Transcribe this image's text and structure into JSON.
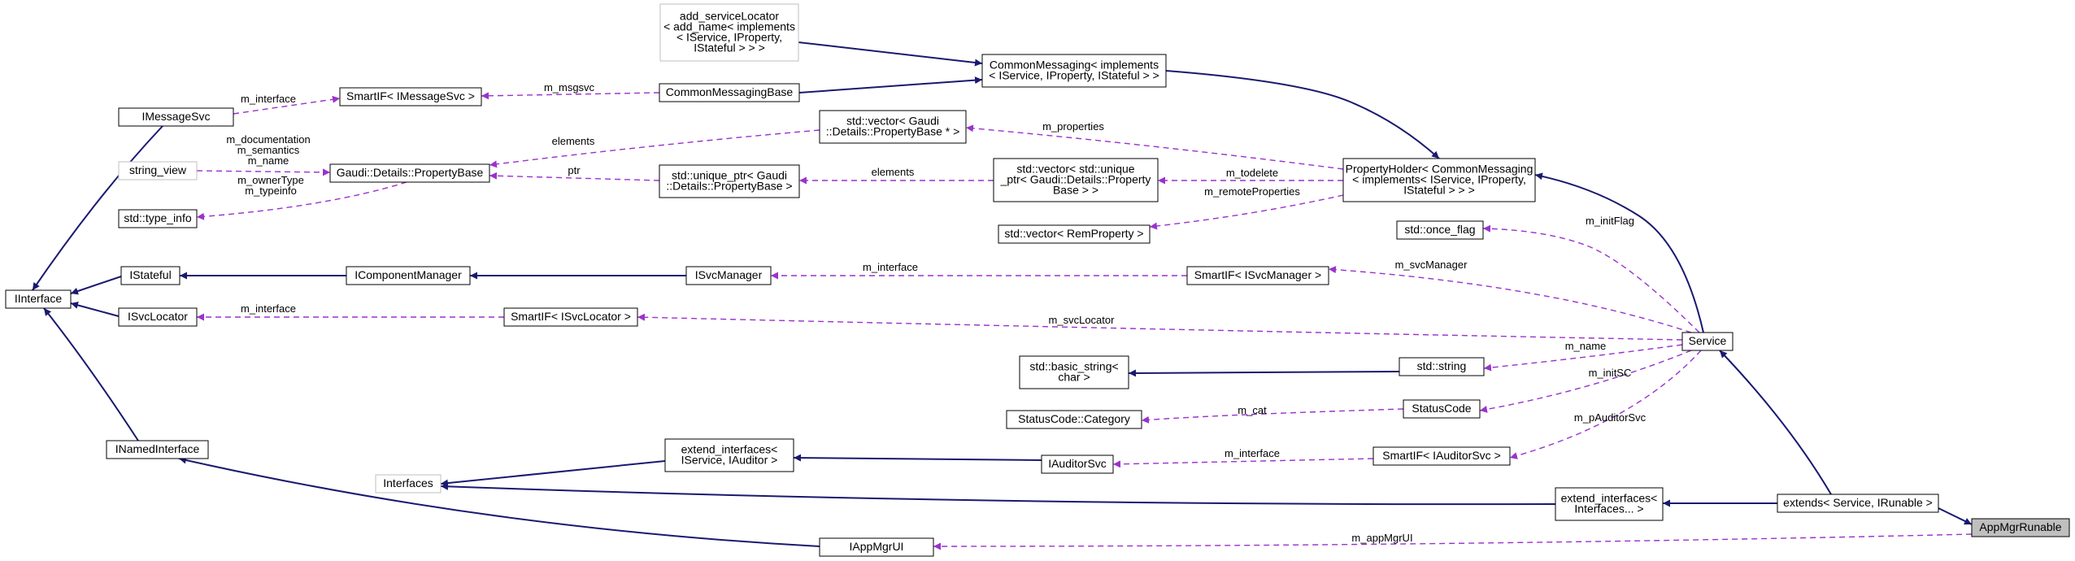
{
  "diagram": {
    "nodes": [
      {
        "id": "add_serviceLocator",
        "lines": [
          "add_serviceLocator",
          "< add_name< implements",
          "< IService, IProperty,",
          "IStateful > > >"
        ],
        "style": "external"
      },
      {
        "id": "CommonMessaging",
        "lines": [
          "CommonMessaging< implements",
          "< IService, IProperty, IStateful > >"
        ],
        "style": "normal"
      },
      {
        "id": "CommonMessagingBase",
        "lines": [
          "CommonMessagingBase"
        ],
        "style": "normal"
      },
      {
        "id": "SmartIF_IMessageSvc",
        "lines": [
          "SmartIF< IMessageSvc >"
        ],
        "style": "normal"
      },
      {
        "id": "IMessageSvc",
        "lines": [
          "IMessageSvc"
        ],
        "style": "normal"
      },
      {
        "id": "string_view",
        "lines": [
          "string_view"
        ],
        "style": "external"
      },
      {
        "id": "type_info",
        "lines": [
          "std::type_info"
        ],
        "style": "normal"
      },
      {
        "id": "PropertyBase",
        "lines": [
          "Gaudi::Details::PropertyBase"
        ],
        "style": "normal"
      },
      {
        "id": "vector_PropertyBase",
        "lines": [
          "std::vector< Gaudi",
          "::Details::PropertyBase * >"
        ],
        "style": "normal"
      },
      {
        "id": "unique_ptr_PropertyBase",
        "lines": [
          "std::unique_ptr< Gaudi",
          "::Details::PropertyBase >"
        ],
        "style": "normal"
      },
      {
        "id": "vector_unique_ptr",
        "lines": [
          "std::vector< std::unique",
          "_ptr< Gaudi::Details::Property",
          "Base > >"
        ],
        "style": "normal"
      },
      {
        "id": "vector_RemProperty",
        "lines": [
          "std::vector< RemProperty >"
        ],
        "style": "normal"
      },
      {
        "id": "PropertyHolder",
        "lines": [
          "PropertyHolder< CommonMessaging",
          "< implements< IService, IProperty,",
          "IStateful > > >"
        ],
        "style": "normal"
      },
      {
        "id": "once_flag",
        "lines": [
          "std::once_flag"
        ],
        "style": "normal"
      },
      {
        "id": "IInterface",
        "lines": [
          "IInterface"
        ],
        "style": "normal"
      },
      {
        "id": "IStateful",
        "lines": [
          "IStateful"
        ],
        "style": "normal"
      },
      {
        "id": "IComponentManager",
        "lines": [
          "IComponentManager"
        ],
        "style": "normal"
      },
      {
        "id": "ISvcManager",
        "lines": [
          "ISvcManager"
        ],
        "style": "normal"
      },
      {
        "id": "SmartIF_ISvcManager",
        "lines": [
          "SmartIF< ISvcManager >"
        ],
        "style": "normal"
      },
      {
        "id": "ISvcLocator",
        "lines": [
          "ISvcLocator"
        ],
        "style": "normal"
      },
      {
        "id": "SmartIF_ISvcLocator",
        "lines": [
          "SmartIF< ISvcLocator >"
        ],
        "style": "normal"
      },
      {
        "id": "Service",
        "lines": [
          "Service"
        ],
        "style": "normal"
      },
      {
        "id": "basic_string",
        "lines": [
          "std::basic_string<",
          "char >"
        ],
        "style": "normal"
      },
      {
        "id": "std_string",
        "lines": [
          "std::string"
        ],
        "style": "normal"
      },
      {
        "id": "StatusCode_Category",
        "lines": [
          "StatusCode::Category"
        ],
        "style": "normal"
      },
      {
        "id": "StatusCode",
        "lines": [
          "StatusCode"
        ],
        "style": "normal"
      },
      {
        "id": "INamedInterface",
        "lines": [
          "INamedInterface"
        ],
        "style": "normal"
      },
      {
        "id": "extend_interfaces_IService_IAuditor",
        "lines": [
          "extend_interfaces<",
          "IService, IAuditor >"
        ],
        "style": "normal"
      },
      {
        "id": "IAuditorSvc",
        "lines": [
          "IAuditorSvc"
        ],
        "style": "normal"
      },
      {
        "id": "SmartIF_IAuditorSvc",
        "lines": [
          "SmartIF< IAuditorSvc >"
        ],
        "style": "normal"
      },
      {
        "id": "Interfaces",
        "lines": [
          "Interfaces"
        ],
        "style": "external"
      },
      {
        "id": "extend_interfaces_Interfaces",
        "lines": [
          "extend_interfaces<",
          "Interfaces... >"
        ],
        "style": "normal"
      },
      {
        "id": "extends_Service_IRunable",
        "lines": [
          "extends< Service, IRunable >"
        ],
        "style": "normal"
      },
      {
        "id": "IAppMgrUI",
        "lines": [
          "IAppMgrUI"
        ],
        "style": "normal"
      },
      {
        "id": "AppMgrRunable",
        "lines": [
          "AppMgrRunable"
        ],
        "style": "self"
      }
    ],
    "edges": [
      {
        "from": "add_serviceLocator",
        "to": "CommonMessaging",
        "kind": "inheritance",
        "label": ""
      },
      {
        "from": "CommonMessagingBase",
        "to": "CommonMessaging",
        "kind": "inheritance",
        "label": ""
      },
      {
        "from": "SmartIF_IMessageSvc",
        "to": "CommonMessagingBase",
        "kind": "usage",
        "label": "m_msgsvc"
      },
      {
        "from": "IMessageSvc",
        "to": "SmartIF_IMessageSvc",
        "kind": "usage",
        "label": "m_interface"
      },
      {
        "from": "PropertyBase",
        "to": "vector_PropertyBase",
        "kind": "usage",
        "label": "elements"
      },
      {
        "from": "string_view",
        "to": "PropertyBase",
        "kind": "usage",
        "label": "m_documentation\nm_semantics\nm_name"
      },
      {
        "from": "type_info",
        "to": "PropertyBase",
        "kind": "usage",
        "label": "m_ownerType\nm_typeinfo"
      },
      {
        "from": "PropertyBase",
        "to": "unique_ptr_PropertyBase",
        "kind": "usage",
        "label": "ptr"
      },
      {
        "from": "unique_ptr_PropertyBase",
        "to": "vector_unique_ptr",
        "kind": "usage",
        "label": "elements"
      },
      {
        "from": "vector_PropertyBase",
        "to": "PropertyHolder",
        "kind": "usage",
        "label": "m_properties"
      },
      {
        "from": "vector_unique_ptr",
        "to": "PropertyHolder",
        "kind": "usage",
        "label": "m_todelete"
      },
      {
        "from": "vector_RemProperty",
        "to": "PropertyHolder",
        "kind": "usage",
        "label": "m_remoteProperties"
      },
      {
        "from": "CommonMessaging",
        "to": "PropertyHolder",
        "kind": "inheritance",
        "label": ""
      },
      {
        "from": "PropertyHolder",
        "to": "Service",
        "kind": "inheritance",
        "label": ""
      },
      {
        "from": "IMessageSvc",
        "to": "IInterface",
        "kind": "inheritance",
        "label": ""
      },
      {
        "from": "IStateful",
        "to": "IInterface",
        "kind": "inheritance",
        "label": ""
      },
      {
        "from": "ISvcLocator",
        "to": "IInterface",
        "kind": "inheritance",
        "label": ""
      },
      {
        "from": "INamedInterface",
        "to": "IInterface",
        "kind": "inheritance",
        "label": ""
      },
      {
        "from": "IStateful",
        "to": "IComponentManager",
        "kind": "inheritance",
        "label": ""
      },
      {
        "from": "IComponentManager",
        "to": "ISvcManager",
        "kind": "inheritance",
        "label": ""
      },
      {
        "from": "ISvcManager",
        "to": "SmartIF_ISvcManager",
        "kind": "usage",
        "label": "m_interface"
      },
      {
        "from": "ISvcLocator",
        "to": "SmartIF_ISvcLocator",
        "kind": "usage",
        "label": "m_interface"
      },
      {
        "from": "once_flag",
        "to": "Service",
        "kind": "usage",
        "label": "m_initFlag"
      },
      {
        "from": "SmartIF_ISvcManager",
        "to": "Service",
        "kind": "usage",
        "label": "m_svcManager"
      },
      {
        "from": "SmartIF_ISvcLocator",
        "to": "Service",
        "kind": "usage",
        "label": "m_svcLocator"
      },
      {
        "from": "std_string",
        "to": "Service",
        "kind": "usage",
        "label": "m_name"
      },
      {
        "from": "basic_string",
        "to": "std_string",
        "kind": "inheritance",
        "label": ""
      },
      {
        "from": "StatusCode",
        "to": "Service",
        "kind": "usage",
        "label": "m_initSC"
      },
      {
        "from": "StatusCode_Category",
        "to": "StatusCode",
        "kind": "usage",
        "label": "m_cat"
      },
      {
        "from": "SmartIF_IAuditorSvc",
        "to": "Service",
        "kind": "usage",
        "label": "m_pAuditorSvc"
      },
      {
        "from": "IAuditorSvc",
        "to": "SmartIF_IAuditorSvc",
        "kind": "usage",
        "label": "m_interface"
      },
      {
        "from": "extend_interfaces_IService_IAuditor",
        "to": "IAuditorSvc",
        "kind": "inheritance",
        "label": ""
      },
      {
        "from": "Interfaces",
        "to": "extend_interfaces_IService_IAuditor",
        "kind": "inheritance",
        "label": ""
      },
      {
        "from": "Interfaces",
        "to": "extend_interfaces_Interfaces",
        "kind": "inheritance",
        "label": ""
      },
      {
        "from": "extend_interfaces_Interfaces",
        "to": "extends_Service_IRunable",
        "kind": "inheritance",
        "label": ""
      },
      {
        "from": "Service",
        "to": "extends_Service_IRunable",
        "kind": "inheritance",
        "label": ""
      },
      {
        "from": "extends_Service_IRunable",
        "to": "AppMgrRunable",
        "kind": "inheritance",
        "label": ""
      },
      {
        "from": "INamedInterface",
        "to": "IAppMgrUI",
        "kind": "inheritance",
        "label": ""
      },
      {
        "from": "IAppMgrUI",
        "to": "AppMgrRunable",
        "kind": "usage",
        "label": "m_appMgrUI"
      }
    ],
    "colors": {
      "inheritance": "#191970",
      "usage": "#9a32cd",
      "external_border": "#bfbfbf",
      "self_fill": "#bfbfbf"
    }
  }
}
